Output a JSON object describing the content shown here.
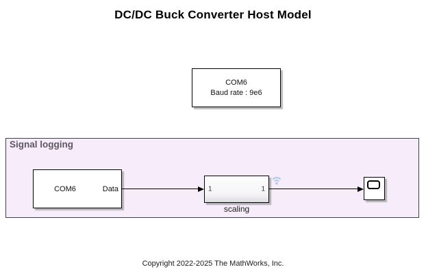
{
  "annotations": {
    "title": "DC/DC Buck Converter Host Model",
    "copyright": "Copyright 2022-2025 The MathWorks, Inc."
  },
  "host_config_block": {
    "line1": "COM6",
    "line2": "Baud rate : 9e6"
  },
  "signal_logging_area": {
    "label": "Signal logging",
    "fill_color": "#f7ecfa",
    "border_color": "#413f48",
    "label_color": "#5b5864"
  },
  "serial_receive_block": {
    "name": "COM6",
    "out_port_label": "Data"
  },
  "scaling_block": {
    "name": "scaling",
    "in_port": "1",
    "out_port": "1",
    "badge_color": "#a9c8e8"
  },
  "scope_block": {
    "icon": "scope-icon"
  }
}
